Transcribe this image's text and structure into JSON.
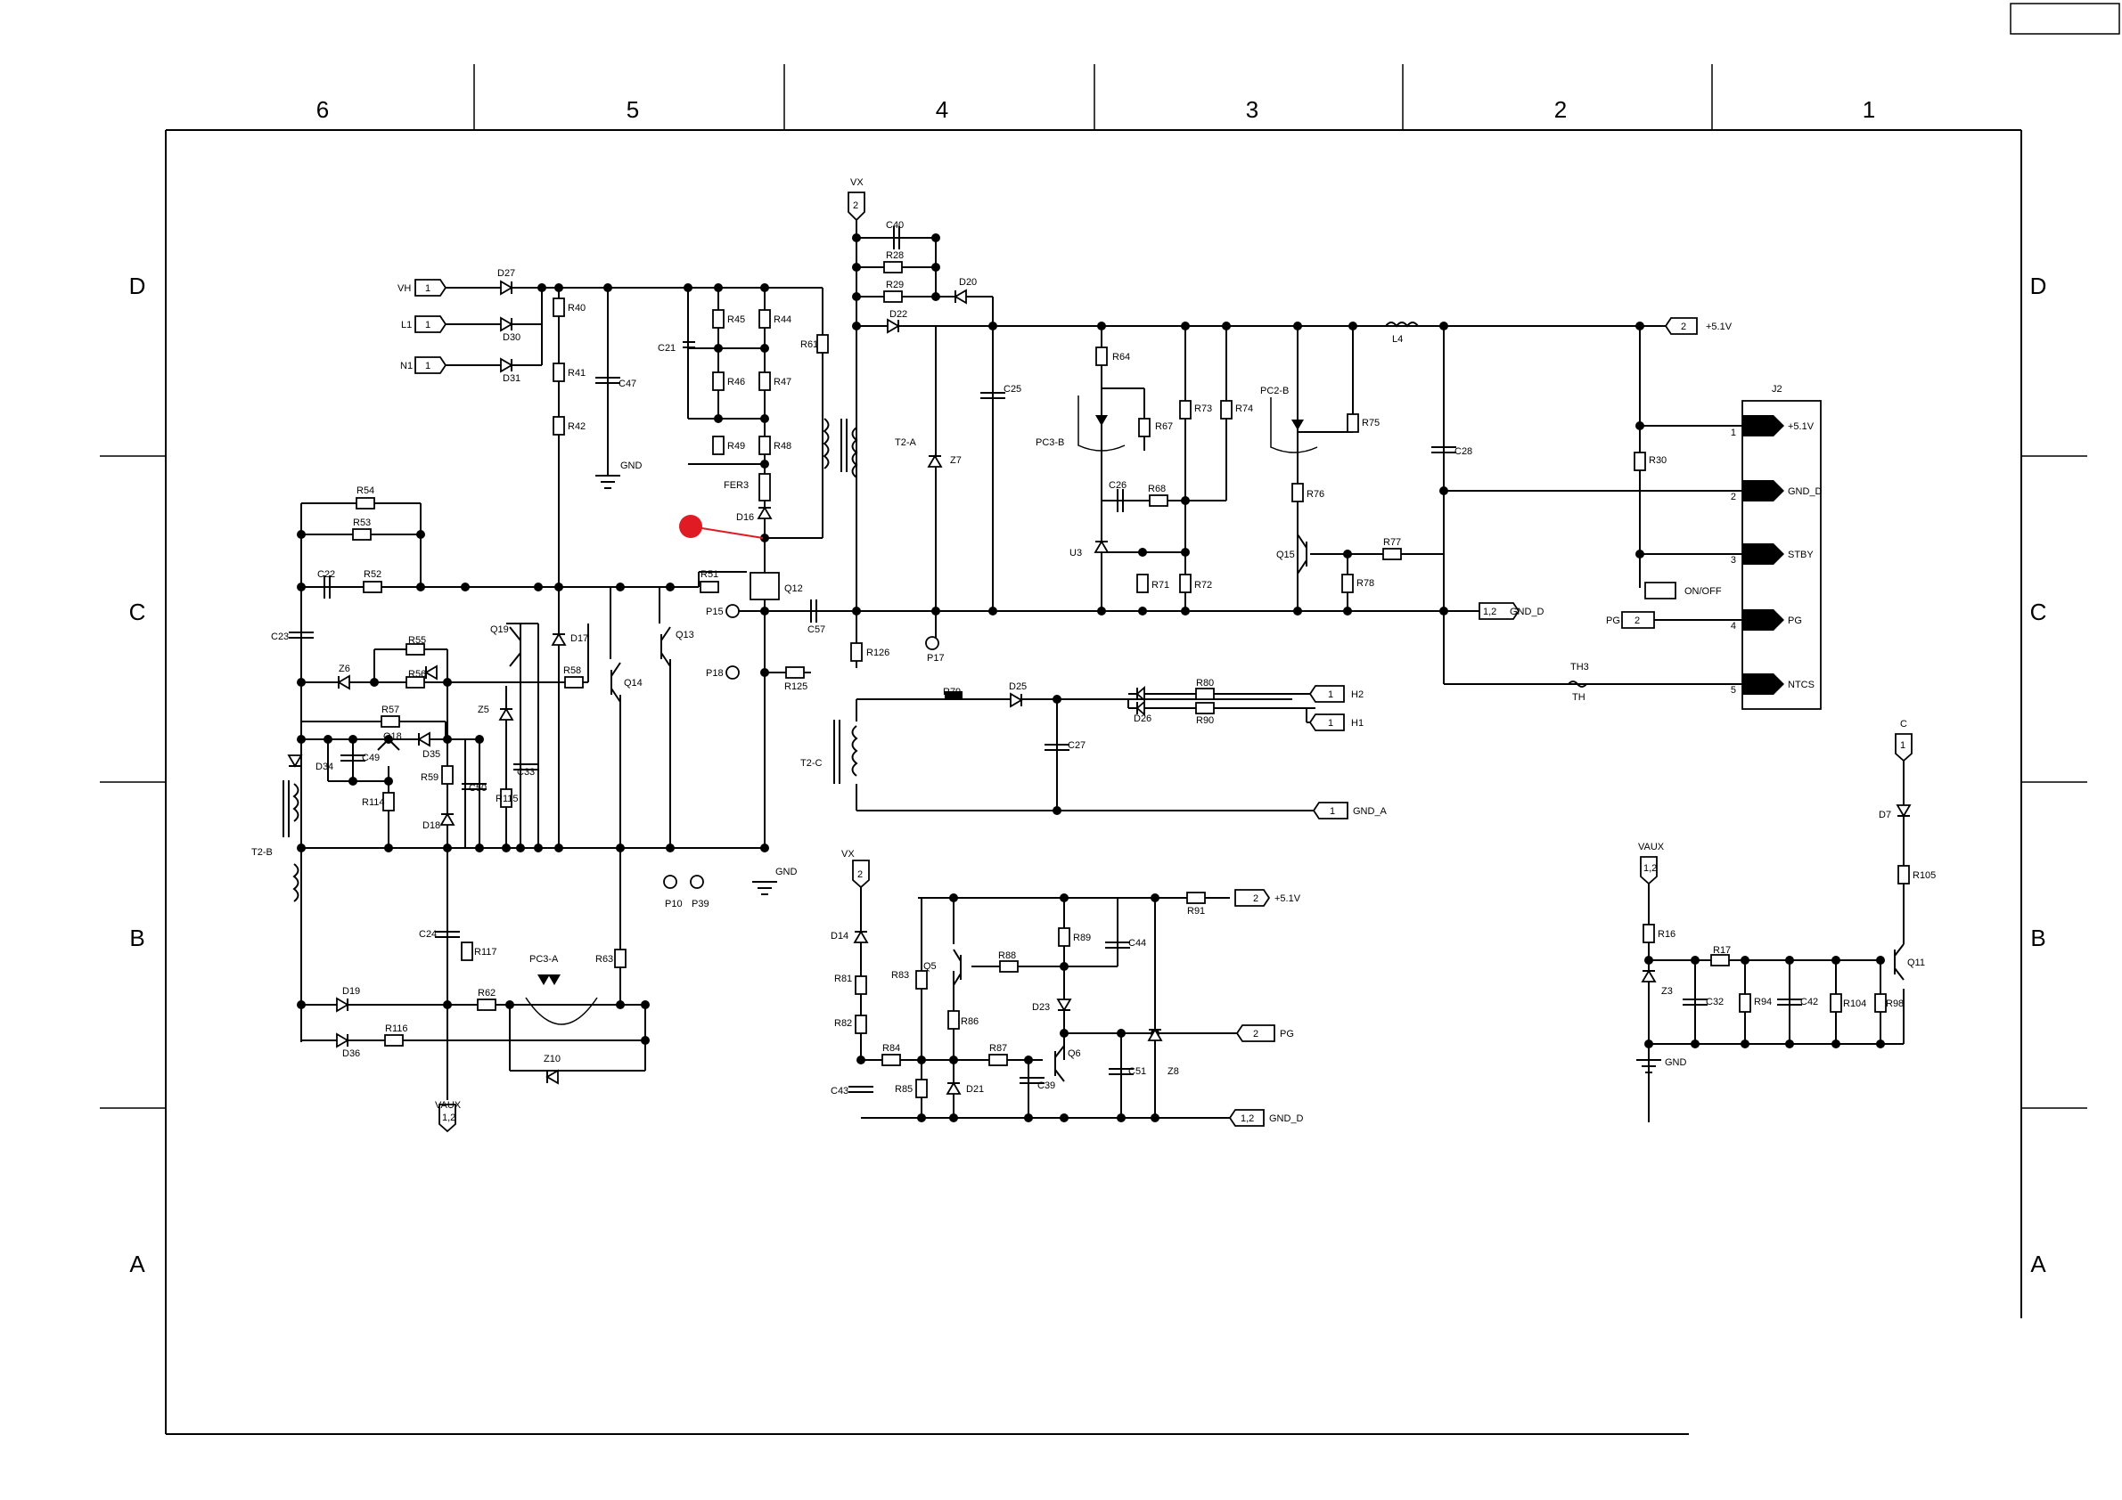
{
  "frame": {
    "zones_columns": [
      "6",
      "5",
      "4",
      "3",
      "2",
      "1"
    ],
    "zones_rows": [
      "D",
      "C",
      "B",
      "A"
    ]
  },
  "connectors": {
    "vh": {
      "label": "VH",
      "pin": "1"
    },
    "l1": {
      "label": "L1",
      "pin": "1"
    },
    "n1": {
      "label": "N1",
      "pin": "1"
    },
    "vx_top": {
      "label": "VX",
      "pin": "2"
    },
    "v51_top": {
      "label": "+5.1V",
      "pin": "2"
    },
    "gnd_d_mid": {
      "label": "GND_D",
      "pin": "1,2"
    },
    "pg_in": {
      "label": "PG",
      "pin": "2"
    },
    "on_off": {
      "label": "ON/OFF"
    },
    "h2": {
      "label": "H2",
      "pin": "1"
    },
    "h1": {
      "label": "H1",
      "pin": "1"
    },
    "gnd_a": {
      "label": "GND_A",
      "pin": "1"
    },
    "vx_bottom": {
      "label": "VX",
      "pin": "2"
    },
    "v51_bottom": {
      "label": "+5.1V",
      "pin": "2"
    },
    "pg_out": {
      "label": "PG",
      "pin": "2"
    },
    "gnd_d_bottom": {
      "label": "GND_D",
      "pin": "1,2"
    },
    "vaux_left": {
      "label": "VAUX",
      "pin": "1,2"
    },
    "vaux_right": {
      "label": "VAUX",
      "pin": "1,2"
    },
    "c_top": {
      "label": "C",
      "pin": "1"
    }
  },
  "j2": {
    "name": "J2",
    "pins": [
      {
        "num": "1",
        "label": "+5.1V"
      },
      {
        "num": "2",
        "label": "GND_D"
      },
      {
        "num": "3",
        "label": "STBY"
      },
      {
        "num": "4",
        "label": "PG"
      },
      {
        "num": "5",
        "label": "NTCS"
      }
    ]
  },
  "labels": {
    "gnd": "GND",
    "t2a": "T2-A",
    "t2b": "T2-B",
    "t2c": "T2-C",
    "pc3a": "PC3-A",
    "pc3b": "PC3-B",
    "pc2b": "PC2-B",
    "th3": "TH3",
    "th": "TH",
    "fer3": "FER3",
    "q12": "Q12",
    "u3": "U3",
    "l4": "L4"
  },
  "refdes": {
    "d27": "D27",
    "d30": "D30",
    "d31": "D31",
    "r40": "R40",
    "r41": "R41",
    "r42": "R42",
    "c47": "C47",
    "c21": "C21",
    "r45": "R45",
    "r44": "R44",
    "r46": "R46",
    "r47": "R47",
    "r49": "R49",
    "r48": "R48",
    "r61": "R61",
    "d16": "D16",
    "c40": "C40",
    "r28": "R28",
    "r29": "R29",
    "d20": "D20",
    "d22": "D22",
    "c25": "C25",
    "z7": "Z7",
    "r64": "R64",
    "r67": "R67",
    "r73": "R73",
    "r74": "R74",
    "c26": "C26",
    "r68": "R68",
    "r71": "R71",
    "r72": "R72",
    "r75": "R75",
    "r76": "R76",
    "q15": "Q15",
    "r77": "R77",
    "r78": "R78",
    "c28": "C28",
    "r30": "R30",
    "r54": "R54",
    "r53": "R53",
    "c22": "C22",
    "r52": "R52",
    "c23": "C23",
    "r51": "R51",
    "c57": "C57",
    "r126": "R126",
    "p15": "P15",
    "p17": "P17",
    "p18": "P18",
    "r125": "R125",
    "z6": "Z6",
    "r55": "R55",
    "r56": "R56",
    "q19": "Q19",
    "d17": "D17",
    "r58": "R58",
    "q14": "Q14",
    "q13": "Q13",
    "r57": "R57",
    "q18": "Q18",
    "d35": "D35",
    "z5": "Z5",
    "d34": "D34",
    "c49": "C49",
    "r114": "R114",
    "r59": "R59",
    "c50": "C50",
    "r115": "R115",
    "c33": "C33",
    "d18": "D18",
    "r79": "R79",
    "d25": "D25",
    "r80": "R80",
    "d26": "D26",
    "r90": "R90",
    "c27": "C27",
    "p10": "P10",
    "p39": "P39",
    "c24": "C24",
    "r117": "R117",
    "r63": "R63",
    "d19": "D19",
    "r62": "R62",
    "d36": "D36",
    "r116": "R116",
    "z10": "Z10",
    "d14": "D14",
    "r81": "R81",
    "r82": "R82",
    "r83": "R83",
    "q5": "Q5",
    "r88": "R88",
    "r89": "R89",
    "c44": "C44",
    "r91": "R91",
    "r86": "R86",
    "d23": "D23",
    "r84": "R84",
    "r87": "R87",
    "q6": "Q6",
    "c39": "C39",
    "c51": "C51",
    "z8": "Z8",
    "c43": "C43",
    "r85": "R85",
    "d21": "D21",
    "r16": "R16",
    "r17": "R17",
    "z3": "Z3",
    "c32": "C32",
    "r94": "R94",
    "c42": "C42",
    "r104": "R104",
    "r98": "R98",
    "q11": "Q11",
    "d7": "D7",
    "r105": "R105"
  }
}
